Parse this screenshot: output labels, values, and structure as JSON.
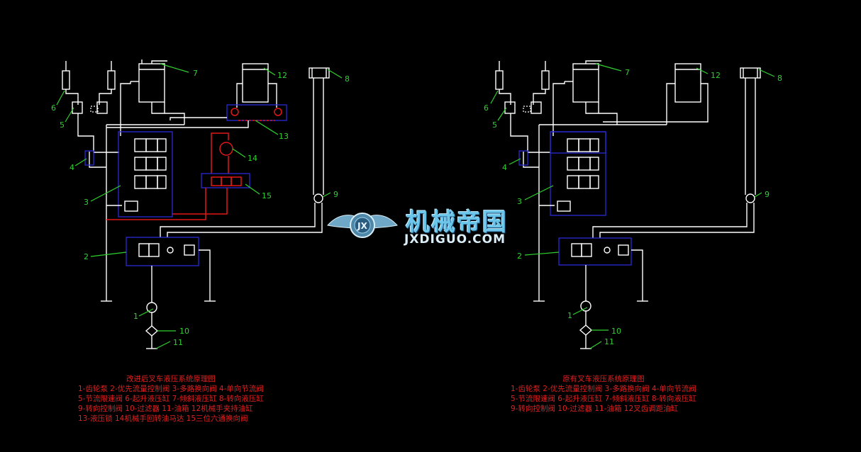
{
  "labels_left": {
    "l1": "1",
    "l2": "2",
    "l3": "3",
    "l4": "4",
    "l5": "5",
    "l6": "6",
    "l7": "7",
    "l8": "8",
    "l9": "9",
    "l10": "10",
    "l11": "11",
    "l12": "12",
    "l13": "13",
    "l14": "14",
    "l15": "15"
  },
  "labels_right": {
    "l1": "1",
    "l2": "2",
    "l3": "3",
    "l4": "4",
    "l5": "5",
    "l6": "6",
    "l7": "7",
    "l8": "8",
    "l9": "9",
    "l10": "10",
    "l11": "11",
    "l12": "12"
  },
  "logo": {
    "badge": "JX",
    "name_cn": "机械帝国",
    "name_en": "JXDIGUO.COM"
  },
  "caption_left": {
    "title": "改进后叉车液压系统原理图",
    "lines": [
      "1-齿轮泵   2-优先流量控制阀  3-多路换向阀   4-单向节流阀",
      "5-节流限速阀  6-起升液压缸  7-倾斜液压缸  8-转向液压缸",
      "9-转向控制阀  10-过滤器  11-油箱   12机械手夹持油缸",
      "13-液压锁   14机械手回转油马达   15三位六通换向阀"
    ]
  },
  "caption_right": {
    "title": "原有叉车液压系统原理图",
    "lines": [
      "1-齿轮泵   2-优先流量控制阀  3-多路换向阀   4-单向节流阀",
      "5-节流限速阀  6-起升液压缸  7-倾斜液压缸  8-转向液压缸",
      "9-转向控制阀  10-过滤器  11-油箱  12叉齿调距油缸"
    ]
  },
  "colors": {
    "background": "#000000",
    "line": "#ffffff",
    "valve_box": "#2a2ad8",
    "added_circuit": "#e11818",
    "leader": "#2fd12f",
    "caption": "#e12020"
  }
}
